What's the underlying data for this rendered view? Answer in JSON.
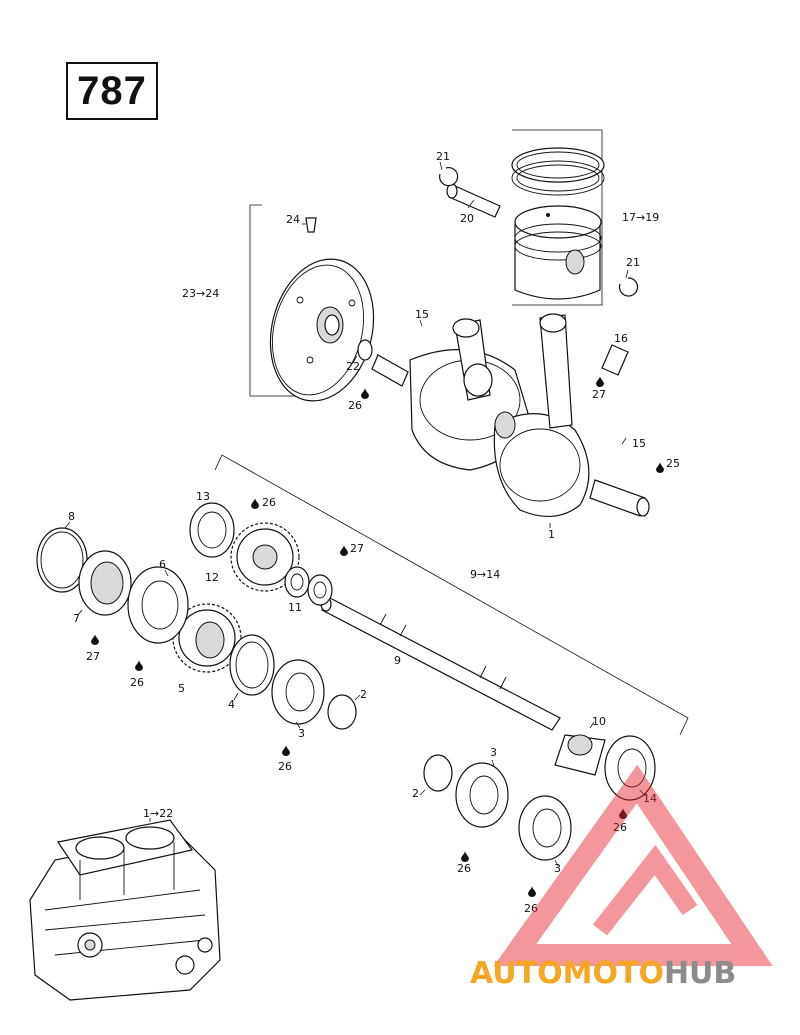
{
  "engine_code": "787",
  "watermark": {
    "brand_orange": "AUTOMOTO",
    "brand_grey": "HUB",
    "orange": "#f5a623",
    "grey": "#8c8c8c",
    "red": "#e8202a"
  },
  "callouts": {
    "c21a": "21",
    "c20": "20",
    "c17_19": "17→19",
    "c21b": "21",
    "c24": "24",
    "c23_24": "23→24",
    "c15a": "15",
    "c16": "16",
    "c22": "22",
    "c27a": "27",
    "c26a": "26",
    "c15b": "15",
    "c25": "25",
    "c1": "1",
    "c13": "13",
    "c26b": "26",
    "c8": "8",
    "c27b": "27",
    "c12": "12",
    "c9_14": "9→14",
    "c6": "6",
    "c11": "11",
    "c7": "7",
    "c27c": "27",
    "c26c": "26",
    "c5": "5",
    "c9": "9",
    "c4": "4",
    "c2a": "2",
    "c3a": "3",
    "c26d": "26",
    "c10": "10",
    "c3b": "3",
    "c2b": "2",
    "c14": "14",
    "c26e": "26",
    "c1_22": "1→22",
    "c26f": "26",
    "c3c": "3",
    "c26g": "26"
  }
}
